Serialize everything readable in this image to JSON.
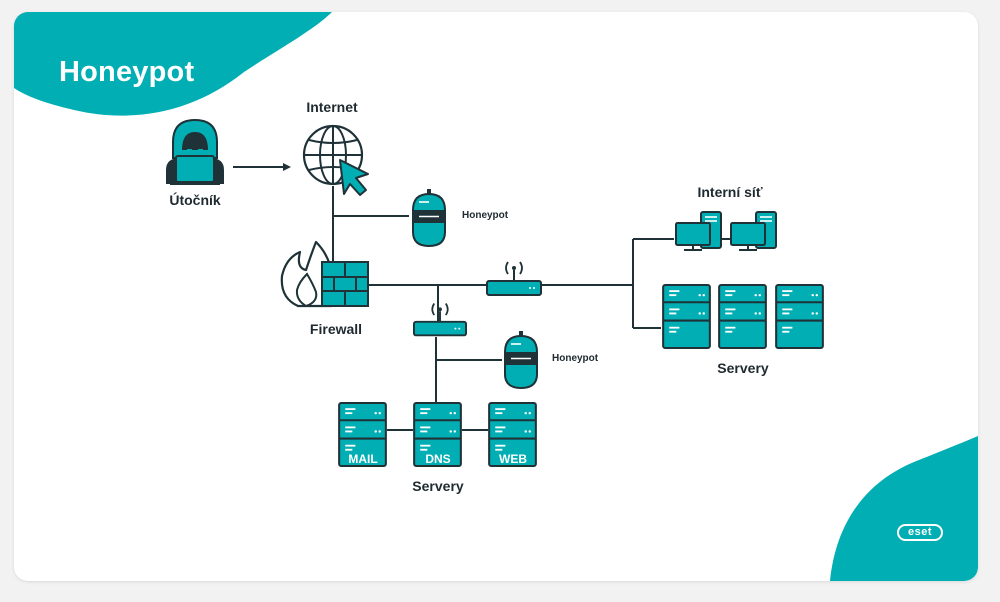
{
  "title": "Honeypot",
  "colors": {
    "teal": "#00aeb3",
    "dark": "#1e3238",
    "light": "#ffffff",
    "bg": "#f2f2f2"
  },
  "nodes": {
    "attacker": {
      "label": "Útočník",
      "icon": "hacker-icon"
    },
    "internet": {
      "label": "Internet",
      "icon": "globe-cursor-icon"
    },
    "honeypot_top": {
      "label": "Honeypot",
      "icon": "honeypot-icon"
    },
    "firewall": {
      "label": "Firewall",
      "icon": "firewall-icon"
    },
    "honeypot_mid": {
      "label": "Honeypot",
      "icon": "honeypot-icon"
    },
    "internal_network": {
      "label": "Interní síť",
      "icon": "computer-icon"
    },
    "servers_right": {
      "label": "Servery",
      "icon": "server-icon"
    },
    "servers_bottom": {
      "label": "Servery",
      "items": [
        {
          "label": "MAIL",
          "icon": "server-icon"
        },
        {
          "label": "DNS",
          "icon": "server-icon"
        },
        {
          "label": "WEB",
          "icon": "server-icon"
        }
      ]
    },
    "router_main": {
      "icon": "router-icon"
    },
    "router_dmz": {
      "icon": "router-icon"
    }
  },
  "logo": {
    "text": "eset"
  }
}
